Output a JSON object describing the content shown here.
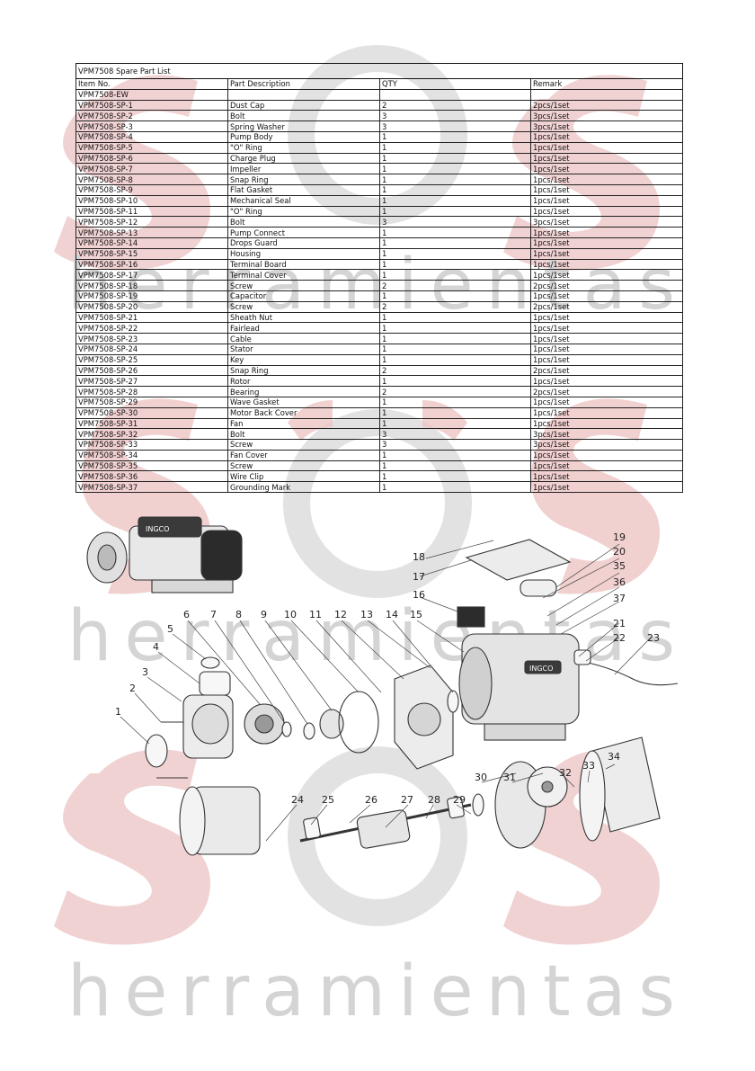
{
  "table": {
    "title": "VPM7508 Spare Part List",
    "headers": [
      "Item No.",
      "Part Description",
      "QTY",
      "Remark"
    ],
    "rows": [
      [
        "VPM7508-EW",
        "",
        "",
        ""
      ],
      [
        "VPM7508-SP-1",
        "Dust Cap",
        "2",
        "2pcs/1set"
      ],
      [
        "VPM7508-SP-2",
        "Bolt",
        "3",
        "3pcs/1set"
      ],
      [
        "VPM7508-SP-3",
        "Spring Washer",
        "3",
        "3pcs/1set"
      ],
      [
        "VPM7508-SP-4",
        "Pump Body",
        "1",
        "1pcs/1set"
      ],
      [
        "VPM7508-SP-5",
        "\"O\" Ring",
        "1",
        "1pcs/1set"
      ],
      [
        "VPM7508-SP-6",
        "Charge Plug",
        "1",
        "1pcs/1set"
      ],
      [
        "VPM7508-SP-7",
        "Impeller",
        "1",
        "1pcs/1set"
      ],
      [
        "VPM7508-SP-8",
        "Snap Ring",
        "1",
        "1pcs/1set"
      ],
      [
        "VPM7508-SP-9",
        "Flat Gasket",
        "1",
        "1pcs/1set"
      ],
      [
        "VPM7508-SP-10",
        "Mechanical Seal",
        "1",
        "1pcs/1set"
      ],
      [
        "VPM7508-SP-11",
        "\"O\" Ring",
        "1",
        "1pcs/1set"
      ],
      [
        "VPM7508-SP-12",
        "Bolt",
        "3",
        "3pcs/1set"
      ],
      [
        "VPM7508-SP-13",
        "Pump Connect",
        "1",
        "1pcs/1set"
      ],
      [
        "VPM7508-SP-14",
        "Drops Guard",
        "1",
        "1pcs/1set"
      ],
      [
        "VPM7508-SP-15",
        "Housing",
        "1",
        "1pcs/1set"
      ],
      [
        "VPM7508-SP-16",
        "Terminal Board",
        "1",
        "1pcs/1set"
      ],
      [
        "VPM7508-SP-17",
        "Terminal Cover",
        "1",
        "1pcs/1set"
      ],
      [
        "VPM7508-SP-18",
        "Screw",
        "2",
        "2pcs/1set"
      ],
      [
        "VPM7508-SP-19",
        "Capacitor",
        "1",
        "1pcs/1set"
      ],
      [
        "VPM7508-SP-20",
        "Screw",
        "2",
        "2pcs/1set"
      ],
      [
        "VPM7508-SP-21",
        "Sheath Nut",
        "1",
        "1pcs/1set"
      ],
      [
        "VPM7508-SP-22",
        "Fairlead",
        "1",
        "1pcs/1set"
      ],
      [
        "VPM7508-SP-23",
        "Cable",
        "1",
        "1pcs/1set"
      ],
      [
        "VPM7508-SP-24",
        "Stator",
        "1",
        "1pcs/1set"
      ],
      [
        "VPM7508-SP-25",
        "Key",
        "1",
        "1pcs/1set"
      ],
      [
        "VPM7508-SP-26",
        "Snap Ring",
        "2",
        "2pcs/1set"
      ],
      [
        "VPM7508-SP-27",
        "Rotor",
        "1",
        "1pcs/1set"
      ],
      [
        "VPM7508-SP-28",
        "Bearing",
        "2",
        "2pcs/1set"
      ],
      [
        "VPM7508-SP-29",
        "Wave Gasket",
        "1",
        "1pcs/1set"
      ],
      [
        "VPM7508-SP-30",
        "Motor Back Cover",
        "1",
        "1pcs/1set"
      ],
      [
        "VPM7508-SP-31",
        "Fan",
        "1",
        "1pcs/1set"
      ],
      [
        "VPM7508-SP-32",
        "Bolt",
        "3",
        "3pcs/1set"
      ],
      [
        "VPM7508-SP-33",
        "Screw",
        "3",
        "3pcs/1set"
      ],
      [
        "VPM7508-SP-34",
        "Fan Cover",
        "1",
        "1pcs/1set"
      ],
      [
        "VPM7508-SP-35",
        "Screw",
        "1",
        "1pcs/1set"
      ],
      [
        "VPM7508-SP-36",
        "Wire Clip",
        "1",
        "1pcs/1set"
      ],
      [
        "VPM7508-SP-37",
        "Grounding Mark",
        "1",
        "1pcs/1set"
      ]
    ]
  },
  "diagram": {
    "brand_label": "INGCO",
    "callouts": [
      "1",
      "2",
      "3",
      "4",
      "5",
      "6",
      "7",
      "8",
      "9",
      "10",
      "11",
      "12",
      "13",
      "14",
      "15",
      "16",
      "17",
      "18",
      "19",
      "20",
      "21",
      "22",
      "23",
      "24",
      "25",
      "26",
      "27",
      "28",
      "29",
      "30",
      "31",
      "32",
      "33",
      "34",
      "35",
      "36",
      "37"
    ]
  },
  "watermark": {
    "text": "herramientas",
    "logo_letters": "SOS",
    "color_red": "#e8bcbc",
    "color_gray": "#d4d4d4"
  }
}
